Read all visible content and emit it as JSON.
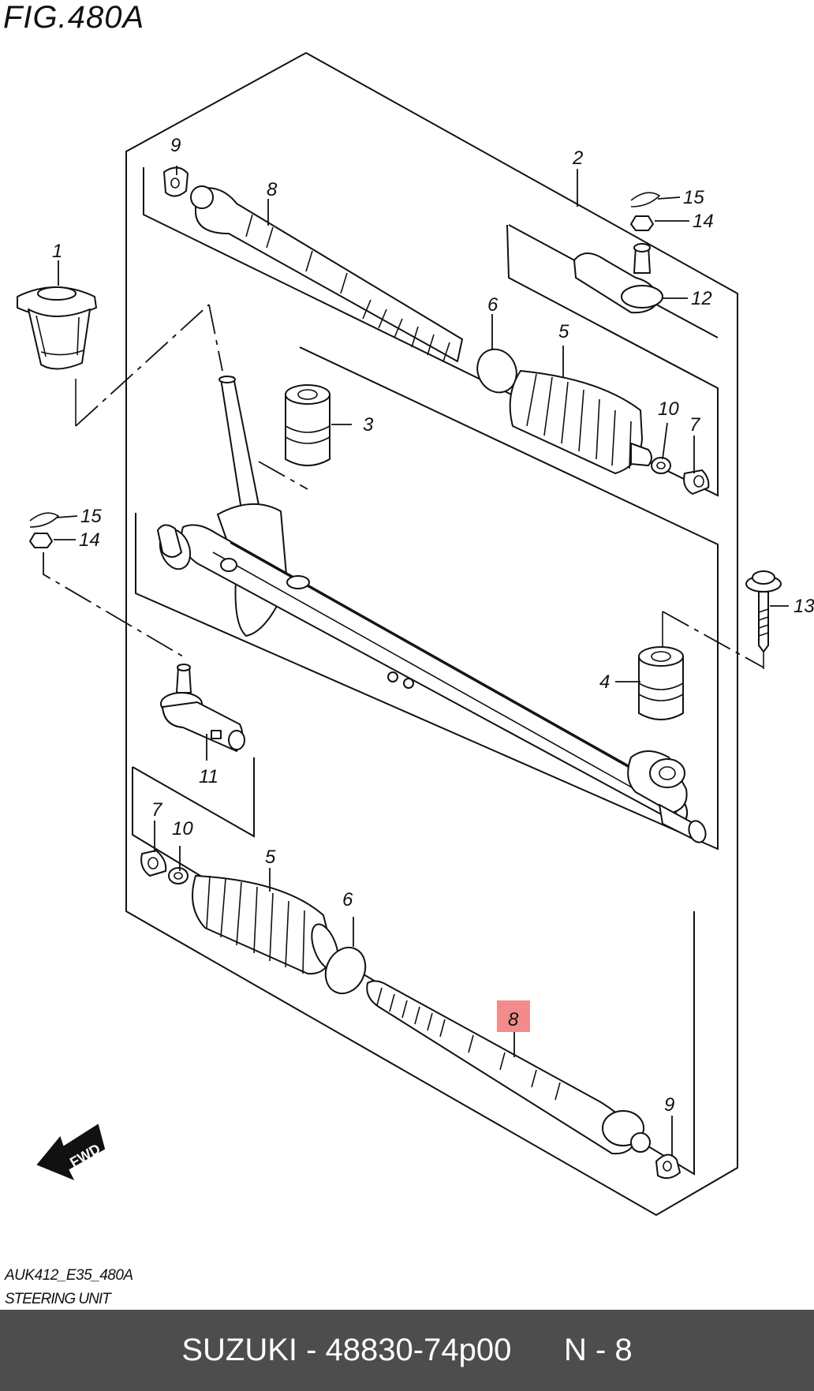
{
  "figure": {
    "title": "FIG.480A",
    "code": "AUK412_E35_480A",
    "name": "STEERING UNIT"
  },
  "direction_marker": {
    "label": "FWD"
  },
  "callouts": {
    "c1": "1",
    "c2": "2",
    "c3": "3",
    "c4": "4",
    "c5a": "5",
    "c5b": "5",
    "c6a": "6",
    "c6b": "6",
    "c7a": "7",
    "c7b": "7",
    "c8a": "8",
    "c8b": "8",
    "c9a": "9",
    "c9b": "9",
    "c10a": "10",
    "c10b": "10",
    "c11": "11",
    "c12": "12",
    "c13": "13",
    "c14a": "14",
    "c14b": "14",
    "c15a": "15",
    "c15b": "15"
  },
  "highlight": {
    "part_number": "8",
    "color": "#f28b8b"
  },
  "footer": {
    "text": "SUZUKI - 48830-74p00      N - 8"
  }
}
